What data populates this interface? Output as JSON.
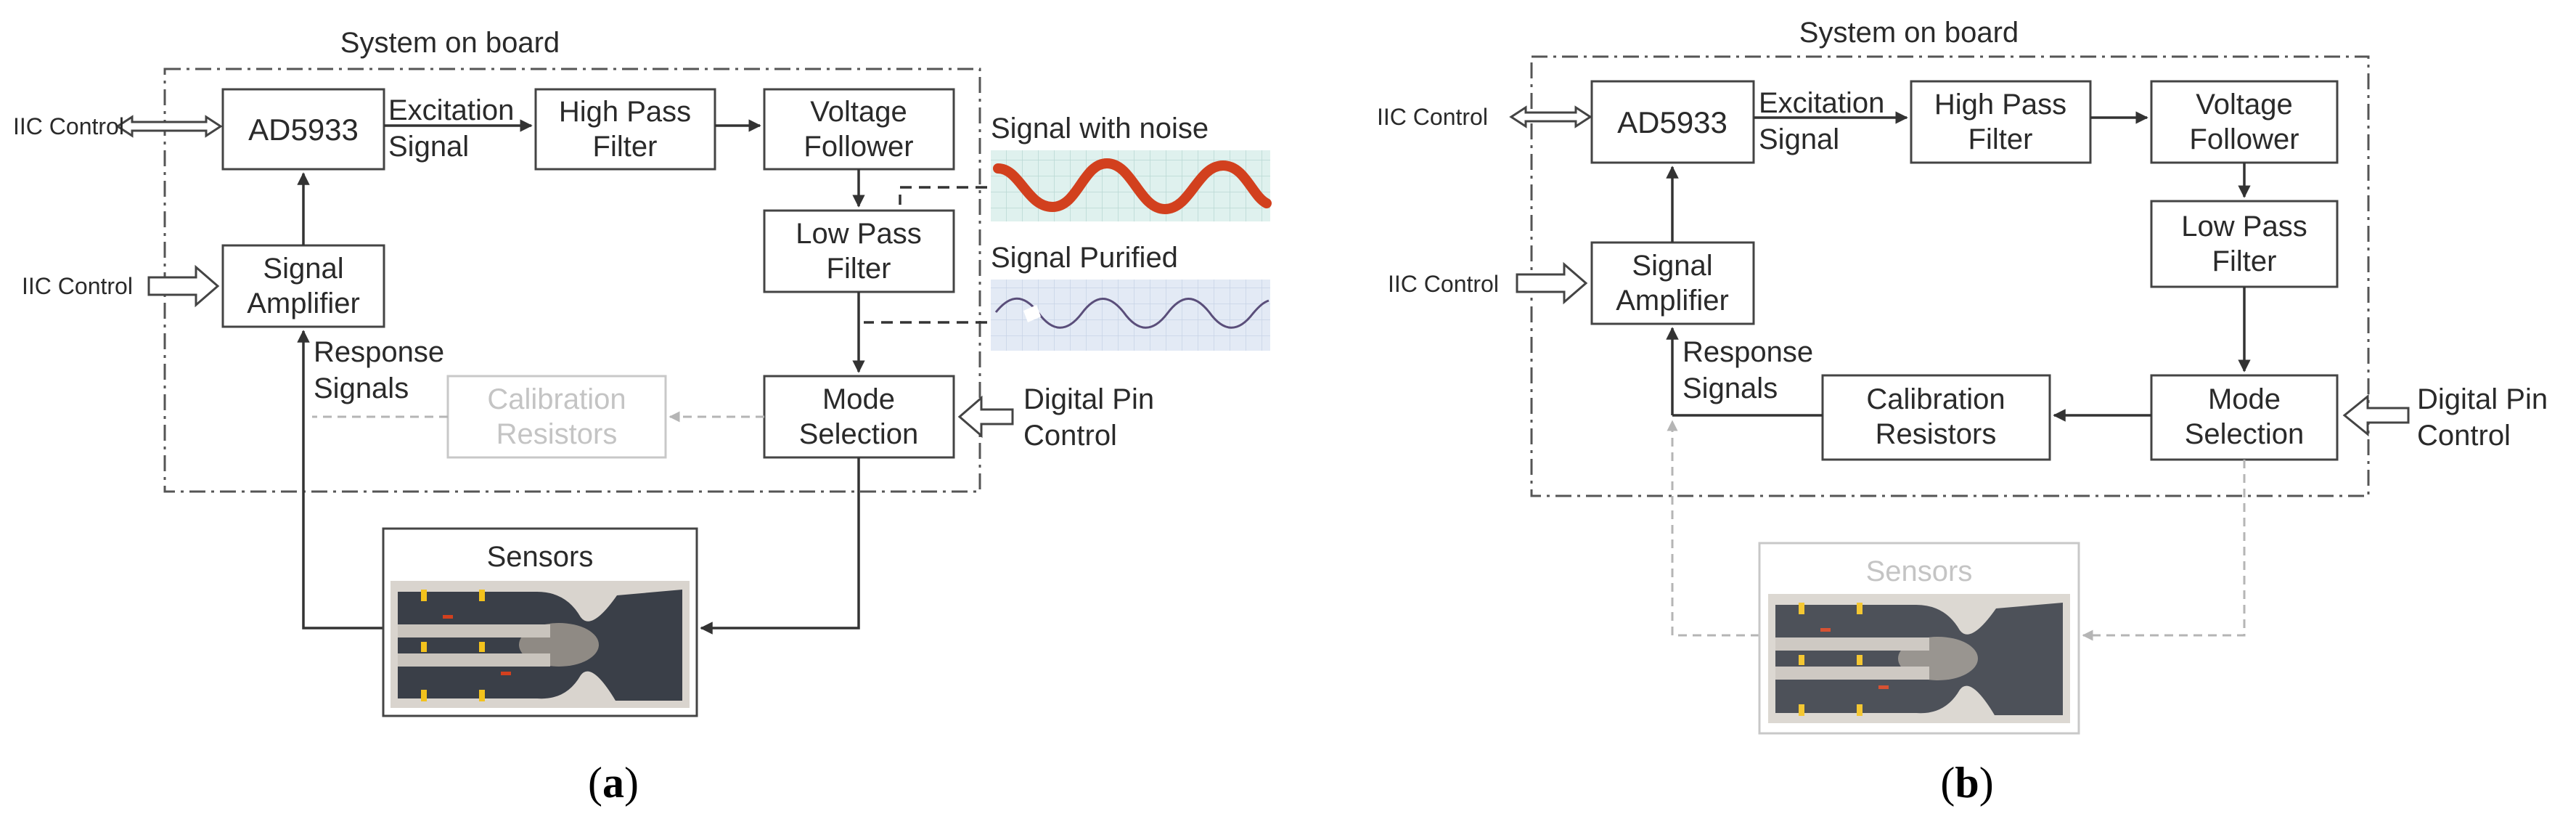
{
  "panel_a": {
    "board_title": "System on board",
    "iic_control_top": "IIC Control",
    "iic_control_bottom": "IIC Control",
    "ad5933": "AD5933",
    "excitation_line1": "Excitation",
    "excitation_line2": "Signal",
    "hpf_line1": "High Pass",
    "hpf_line2": "Filter",
    "vf_line1": "Voltage",
    "vf_line2": "Follower",
    "lpf_line1": "Low Pass",
    "lpf_line2": "Filter",
    "amp_line1": "Signal",
    "amp_line2": "Amplifier",
    "response_line1": "Response",
    "response_line2": "Signals",
    "cal_line1": "Calibration",
    "cal_line2": "Resistors",
    "mode_line1": "Mode",
    "mode_line2": "Selection",
    "digital_line1": "Digital Pin",
    "digital_line2": "Control",
    "signal_noise_label": "Signal with noise",
    "signal_purified_label": "Signal Purified",
    "sensors": "Sensors",
    "caption": "a"
  },
  "panel_b": {
    "board_title": "System on board",
    "iic_control_top": "IIC Control",
    "iic_control_bottom": "IIC Control",
    "ad5933": "AD5933",
    "excitation_line1": "Excitation",
    "excitation_line2": "Signal",
    "hpf_line1": "High Pass",
    "hpf_line2": "Filter",
    "vf_line1": "Voltage",
    "vf_line2": "Follower",
    "lpf_line1": "Low Pass",
    "lpf_line2": "Filter",
    "amp_line1": "Signal",
    "amp_line2": "Amplifier",
    "response_line1": "Response",
    "response_line2": "Signals",
    "cal_line1": "Calibration",
    "cal_line2": "Resistors",
    "mode_line1": "Mode",
    "mode_line2": "Selection",
    "digital_line1": "Digital Pin",
    "digital_line2": "Control",
    "sensors": "Sensors",
    "caption": "b"
  },
  "colors": {
    "wire": "#333333",
    "dimmed": "#c8c8c8",
    "noise_signal": "#d2401e",
    "purified_signal": "#5a4e7a",
    "sensor_body": "#3a3f48",
    "sensor_marker": "#f3c21c"
  }
}
